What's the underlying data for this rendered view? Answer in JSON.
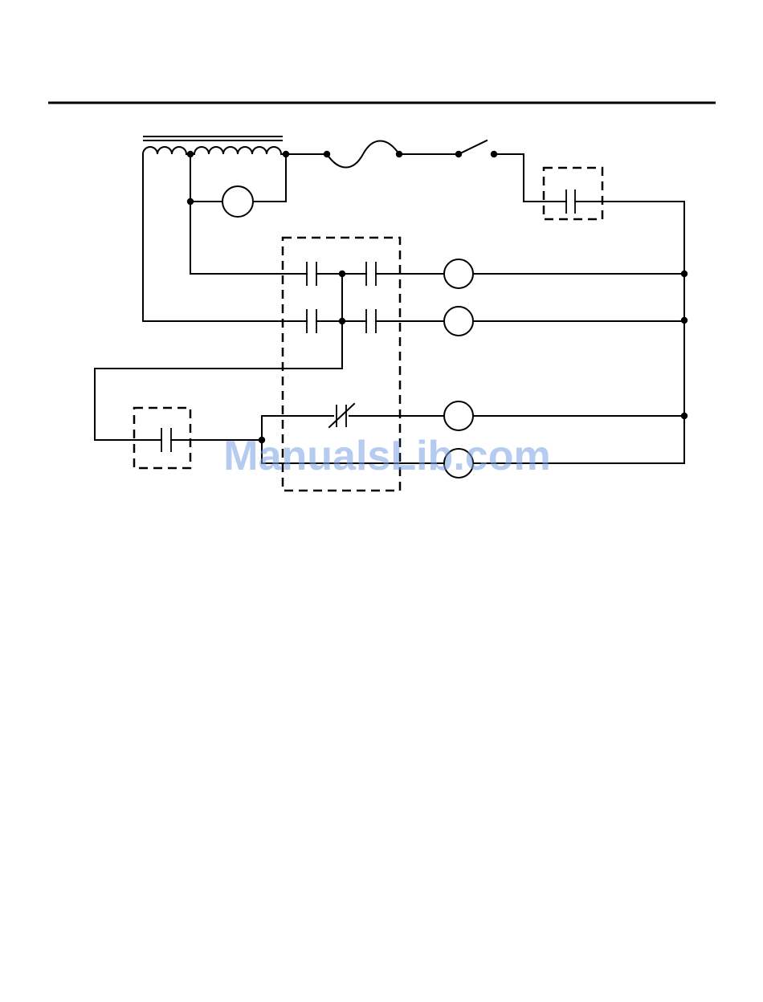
{
  "page": {
    "background": "#ffffff",
    "line_color": "#000000"
  },
  "diagram": {
    "type": "electrical-ladder-schematic",
    "components": [
      "transformer",
      "transformer-tap-circle",
      "fuse",
      "toggle-switch",
      "dashed-contact-box-top-right",
      "dashed-relay-box-center",
      "normally-open-contact-pairs",
      "normally-closed-contact",
      "coil-circle-1",
      "coil-circle-2",
      "coil-circle-3",
      "coil-circle-4",
      "dashed-contact-box-left"
    ]
  },
  "watermark": {
    "text": "ManualsLib.com",
    "color": "#78a0e1"
  }
}
